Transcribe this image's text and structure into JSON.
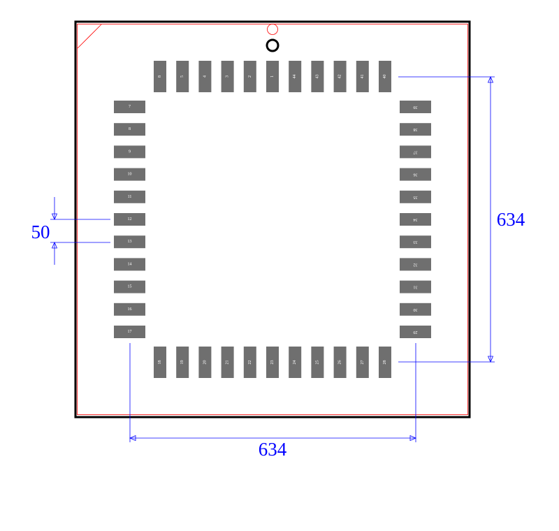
{
  "colors": {
    "background": "#ffffff",
    "outline": "#000000",
    "courtyard": "#ff0000",
    "pad": "#6f6f6f",
    "pad_text": "#ffffff",
    "dimension": "#0000ff"
  },
  "footprint": {
    "pads_top": [
      "8",
      "5",
      "4",
      "3",
      "2",
      "1",
      "44",
      "43",
      "42",
      "41",
      "40"
    ],
    "pads_left": [
      "7",
      "8",
      "9",
      "10",
      "11",
      "12",
      "13",
      "14",
      "15",
      "16",
      "17"
    ],
    "pads_right": [
      "39",
      "38",
      "37",
      "36",
      "35",
      "34",
      "33",
      "32",
      "31",
      "30",
      "29"
    ],
    "pads_bottom": [
      "18",
      "19",
      "20",
      "21",
      "22",
      "23",
      "24",
      "25",
      "26",
      "27",
      "28"
    ]
  },
  "dimensions": {
    "pitch": "50",
    "vertical_span": "634",
    "horizontal_span": "634"
  }
}
